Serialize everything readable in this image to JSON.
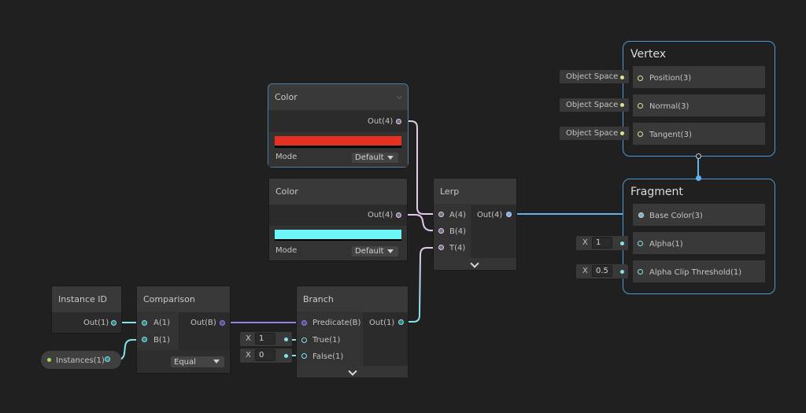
{
  "canvas": {
    "background": "#202020"
  },
  "colors": {
    "vector4_edge": "#e2c9e8",
    "vector3_edge": "#5fb4ee",
    "float_edge": "#84e4e7",
    "bool_edge": "#9481e6",
    "context_border": "#4a9bd6",
    "red_swatch": "#e63122",
    "cyan_swatch": "#6ef6f6"
  },
  "vertex_context": {
    "title": "Vertex",
    "slots": [
      {
        "label": "Position(3)",
        "default": "Object Space"
      },
      {
        "label": "Normal(3)",
        "default": "Object Space"
      },
      {
        "label": "Tangent(3)",
        "default": "Object Space"
      }
    ]
  },
  "fragment_context": {
    "title": "Fragment",
    "slots": [
      {
        "label": "Base Color(3)"
      },
      {
        "label": "Alpha(1)",
        "axis": "X",
        "value": "1"
      },
      {
        "label": "Alpha Clip Threshold(1)",
        "axis": "X",
        "value": "0.5"
      }
    ]
  },
  "color_node_1": {
    "title": "Color",
    "output": "Out(4)",
    "mode_label": "Mode",
    "mode_value": "Default",
    "color": "#e63122"
  },
  "color_node_2": {
    "title": "Color",
    "output": "Out(4)",
    "mode_label": "Mode",
    "mode_value": "Default",
    "color": "#6ef6f6"
  },
  "lerp_node": {
    "title": "Lerp",
    "inputs": [
      "A(4)",
      "B(4)",
      "T(4)"
    ],
    "output": "Out(4)"
  },
  "instance_id_node": {
    "title": "Instance ID",
    "output": "Out(1)"
  },
  "instances_property": {
    "label": "Instances(1)"
  },
  "comparison_node": {
    "title": "Comparison",
    "inputs": [
      "A(1)",
      "B(1)"
    ],
    "output": "Out(B)",
    "operator": "Equal"
  },
  "branch_node": {
    "title": "Branch",
    "inputs": [
      "Predicate(B)",
      "True(1)",
      "False(1)"
    ],
    "output": "Out(1)",
    "true_axis": "X",
    "true_value": "1",
    "false_axis": "X",
    "false_value": "0"
  }
}
